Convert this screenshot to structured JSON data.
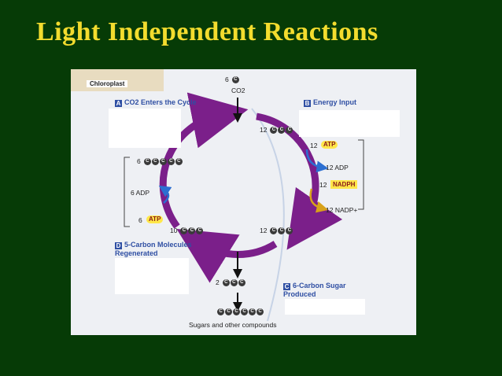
{
  "slide": {
    "title": "Light Independent Reactions"
  },
  "figure": {
    "chloroplast_label": "Chloroplast",
    "co2_count": "6",
    "co2_label": "CO2",
    "sections": {
      "a": {
        "letter": "A",
        "label": "CO2 Enters the Cycle"
      },
      "b": {
        "letter": "B",
        "label": "Energy Input"
      },
      "c": {
        "letter": "C",
        "label": "6-Carbon Sugar Produced"
      },
      "d": {
        "letter": "D",
        "label": "5-Carbon Molecules Regenerated"
      }
    },
    "energy": {
      "atp_count": "12",
      "atp_label": "ATP",
      "adp_label": "12 ADP",
      "nadph_count": "12",
      "nadph_label": "NADPH",
      "nadp_label": "12 NADP+"
    },
    "regen": {
      "adp_label": "6 ADP",
      "atp_count": "6",
      "atp_label": "ATP"
    },
    "molecules": {
      "top_right_count": "12",
      "left_count": "6",
      "bottom_left_count": "10",
      "bottom_right_count": "12",
      "sugar_count": "2"
    },
    "carbon_symbol": "C",
    "output_label": "Sugars and other compounds"
  }
}
